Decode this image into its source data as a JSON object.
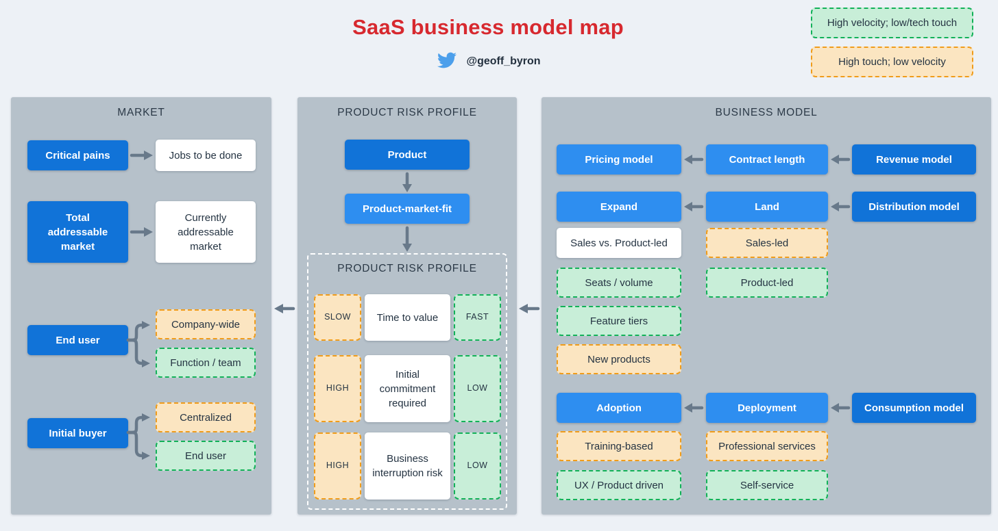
{
  "title": "SaaS business model map",
  "byline": {
    "handle": "@geoff_byron"
  },
  "legend": {
    "high_velocity": "High velocity; low/tech touch",
    "high_touch": "High touch; low velocity"
  },
  "market": {
    "title": "MARKET",
    "critical_pains": "Critical pains",
    "jobs_to_be_done": "Jobs to be done",
    "total_addressable_market": "Total addressable market",
    "currently_addressable_market": "Currently addressable market",
    "end_user": "End user",
    "end_user_options": [
      "Company-wide",
      "Function / team"
    ],
    "initial_buyer": "Initial buyer",
    "initial_buyer_options": [
      "Centralized",
      "End user"
    ]
  },
  "risk": {
    "title": "PRODUCT RISK PROFILE",
    "product": "Product",
    "product_market_fit": "Product-market-fit",
    "inner_title": "PRODUCT RISK PROFILE",
    "rows": [
      {
        "low_end": "SLOW",
        "metric": "Time to value",
        "high_end": "FAST"
      },
      {
        "low_end": "HIGH",
        "metric": "Initial commitment required",
        "high_end": "LOW"
      },
      {
        "low_end": "HIGH",
        "metric": "Business interruption risk",
        "high_end": "LOW"
      }
    ]
  },
  "business": {
    "title": "BUSINESS MODEL",
    "pricing_model": "Pricing model",
    "contract_length": "Contract length",
    "revenue_model": "Revenue model",
    "expand": "Expand",
    "land": "Land",
    "distribution_model": "Distribution model",
    "pricing_options": [
      "Sales vs. Product-led",
      "Seats / volume",
      "Feature tiers",
      "New products"
    ],
    "land_options": [
      "Sales-led",
      "Product-led"
    ],
    "adoption": "Adoption",
    "deployment": "Deployment",
    "consumption_model": "Consumption model",
    "adoption_options": [
      "Training-based",
      "UX / Product driven"
    ],
    "deployment_options": [
      "Professional services",
      "Self-service"
    ]
  },
  "colors": {
    "accent_blue_dark": "#1173d8",
    "accent_blue_light": "#2e8ef0",
    "green_fill": "#c8eed8",
    "green_border": "#12b158",
    "orange_fill": "#fbe5c1",
    "orange_border": "#f09c1a",
    "panel_bg": "#b6c1ca",
    "page_bg": "#edf1f6",
    "title_red": "#d7292f",
    "arrow_gray": "#68798a",
    "text_dark": "#243342",
    "twitter_blue": "#4c9feb"
  }
}
